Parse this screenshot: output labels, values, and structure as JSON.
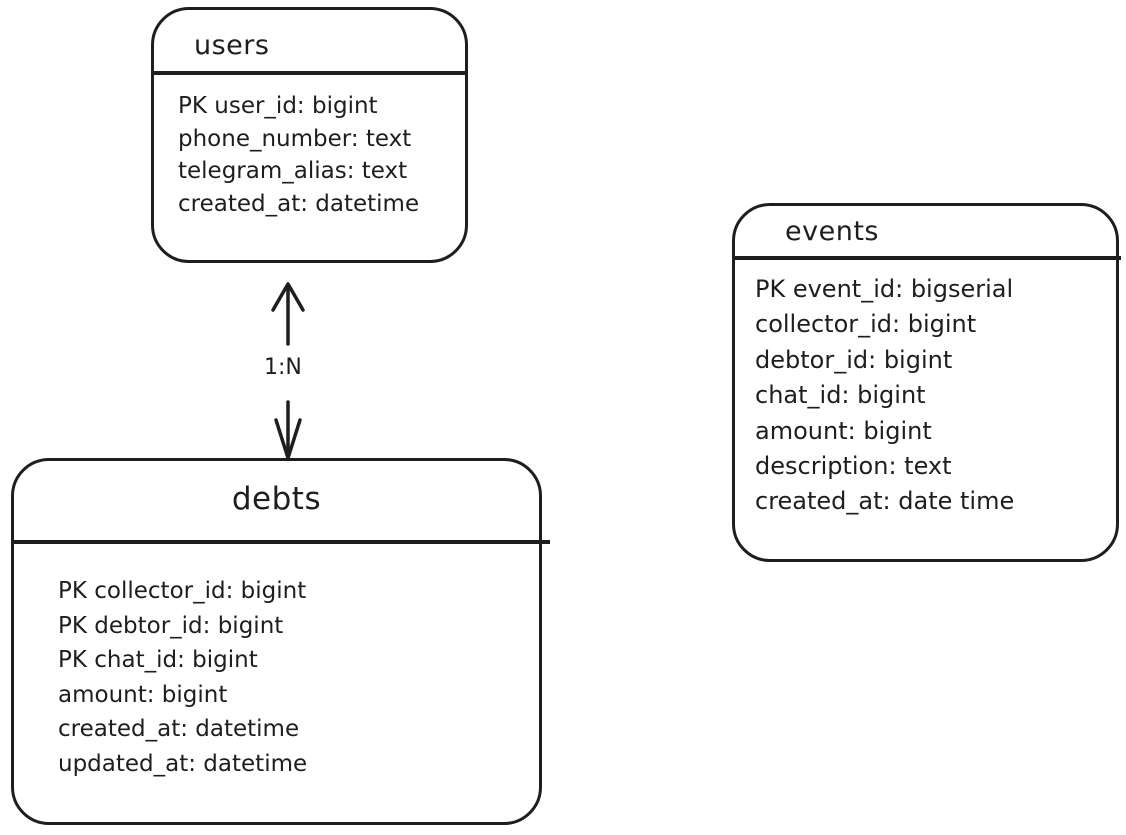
{
  "entities": {
    "users": {
      "name": "users",
      "fields": [
        "PK user_id: bigint",
        "phone_number: text",
        "telegram_alias: text",
        "created_at: datetime"
      ]
    },
    "events": {
      "name": "events",
      "fields": [
        "PK event_id: bigserial",
        "collector_id: bigint",
        "debtor_id: bigint",
        "chat_id: bigint",
        "amount: bigint",
        "description: text",
        "created_at: date time"
      ]
    },
    "debts": {
      "name": "debts",
      "fields": [
        "PK collector_id: bigint",
        "PK debtor_id: bigint",
        "PK chat_id: bigint",
        "amount: bigint",
        "created_at: datetime",
        "updated_at: datetime"
      ]
    }
  },
  "relation": {
    "from": "users",
    "to": "debts",
    "label": "1:N"
  }
}
